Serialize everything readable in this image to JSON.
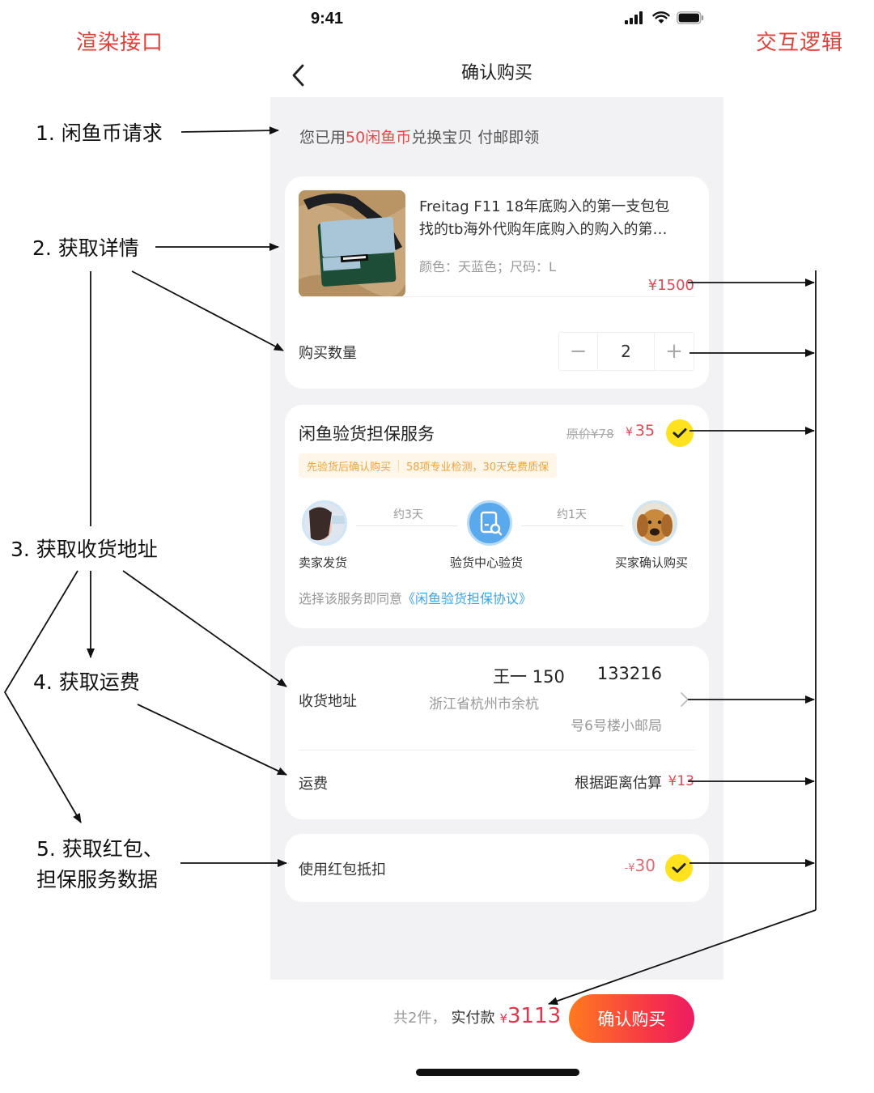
{
  "annotations": {
    "left_heading": "渲染接口",
    "right_heading": "交互逻辑",
    "steps": [
      {
        "label": "1. 闲鱼币请求"
      },
      {
        "label": "2. 获取详情"
      },
      {
        "label": "3. 获取收货地址"
      },
      {
        "label": "4. 获取运费"
      },
      {
        "label": "5. 获取红包、",
        "label2": "担保服务数据"
      }
    ]
  },
  "status_bar": {
    "time": "9:41",
    "icons": [
      "cellular-signal-icon",
      "wifi-icon",
      "battery-icon"
    ]
  },
  "nav": {
    "back_icon": "chevron-left-icon",
    "title": "确认购买"
  },
  "coin_banner": {
    "prefix": "您已用",
    "highlight": "50闲鱼币",
    "suffix": "兑换宝贝 付邮即领"
  },
  "product": {
    "image_alt": "Freitag messenger bag (sky blue / green)",
    "title_line1": "Freitag F11 18年底购入的第一支包包",
    "title_line2": "找的tb海外代购年底购入的购入的第…",
    "spec": "颜色：天蓝色；尺码：L",
    "price": "¥1500",
    "quantity_label": "购买数量",
    "quantity": "2",
    "minus": "−",
    "plus": "+"
  },
  "service": {
    "title": "闲鱼验货担保服务",
    "original_price": "原价¥78",
    "price_yen": "¥",
    "price": "35",
    "selected": true,
    "tag_left": "先验货后确认购买",
    "tag_right": "58项专业检测，30天免费质保",
    "flow": [
      {
        "label": "卖家发货",
        "icon": "seller-avatar"
      },
      {
        "label": "验货中心验货",
        "icon": "inspection-center-icon"
      },
      {
        "label": "买家确认购买",
        "icon": "buyer-avatar"
      }
    ],
    "durations": [
      "约3天",
      "约1天"
    ],
    "agree_prefix": "选择该服务即同意",
    "agree_link": "《闲鱼验货担保协议》"
  },
  "address": {
    "label": "收货地址",
    "name": "王一 150",
    "phone": "133216",
    "line1": "浙江省杭州市余杭",
    "line2": "号6号楼小邮局"
  },
  "shipping": {
    "label": "运费",
    "estimate": "根据距离估算",
    "price": "¥13"
  },
  "red_packet": {
    "label": "使用红包抵扣",
    "amount_prefix": "-¥",
    "amount": "30",
    "selected": true
  },
  "bottom_bar": {
    "count_text": "共2件，",
    "pay_label": "实付款",
    "total_yen": "¥",
    "total": "3113",
    "confirm_label": "确认购买"
  },
  "colors": {
    "accent_red": "#e04a55",
    "annotation_red": "#e0413a",
    "check_yellow": "#ffe21f",
    "link_blue": "#3ba4e8",
    "tag_orange": "#f0a340",
    "button_gradient": [
      "#ff7a1f",
      "#ec1c62"
    ]
  }
}
